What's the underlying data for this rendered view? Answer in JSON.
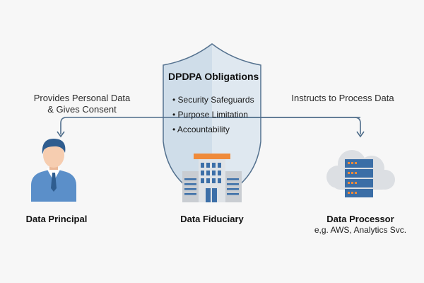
{
  "colors": {
    "background": "#f7f7f7",
    "line": "#4f6d8a",
    "shield_fill_left": "#cfdde9",
    "shield_fill_right": "#dfe8f0",
    "shield_stroke": "#55728f",
    "person_blue": "#5b8fc9",
    "person_dark": "#2f5d8f",
    "skin": "#f6cdb0",
    "building_gray": "#c9cdd2",
    "building_blue": "#3c6fa8",
    "accent_orange": "#ef8a3a",
    "cloud": "#dcdfe3",
    "server_blue": "#3b6ea6"
  },
  "shield": {
    "title": "DPDPA Obligations",
    "items": [
      "Security Safeguards",
      "Purpose Limitation",
      "Accountability"
    ],
    "icon": "shield-icon"
  },
  "flows": {
    "left": {
      "line1": "Provides Personal Data",
      "line2": "& Gives Consent",
      "icon": "arrow-down-icon"
    },
    "right": {
      "label": "Instructs to Process Data",
      "icon": "arrow-down-icon"
    }
  },
  "entities": {
    "principal": {
      "label": "Data Principal",
      "icon": "person-icon"
    },
    "fiduciary": {
      "label": "Data Fiduciary",
      "icon": "building-icon"
    },
    "processor": {
      "label": "Data Processor",
      "sublabel": "e,g. AWS, Analytics Svc.",
      "icon": "cloud-server-icon"
    }
  }
}
